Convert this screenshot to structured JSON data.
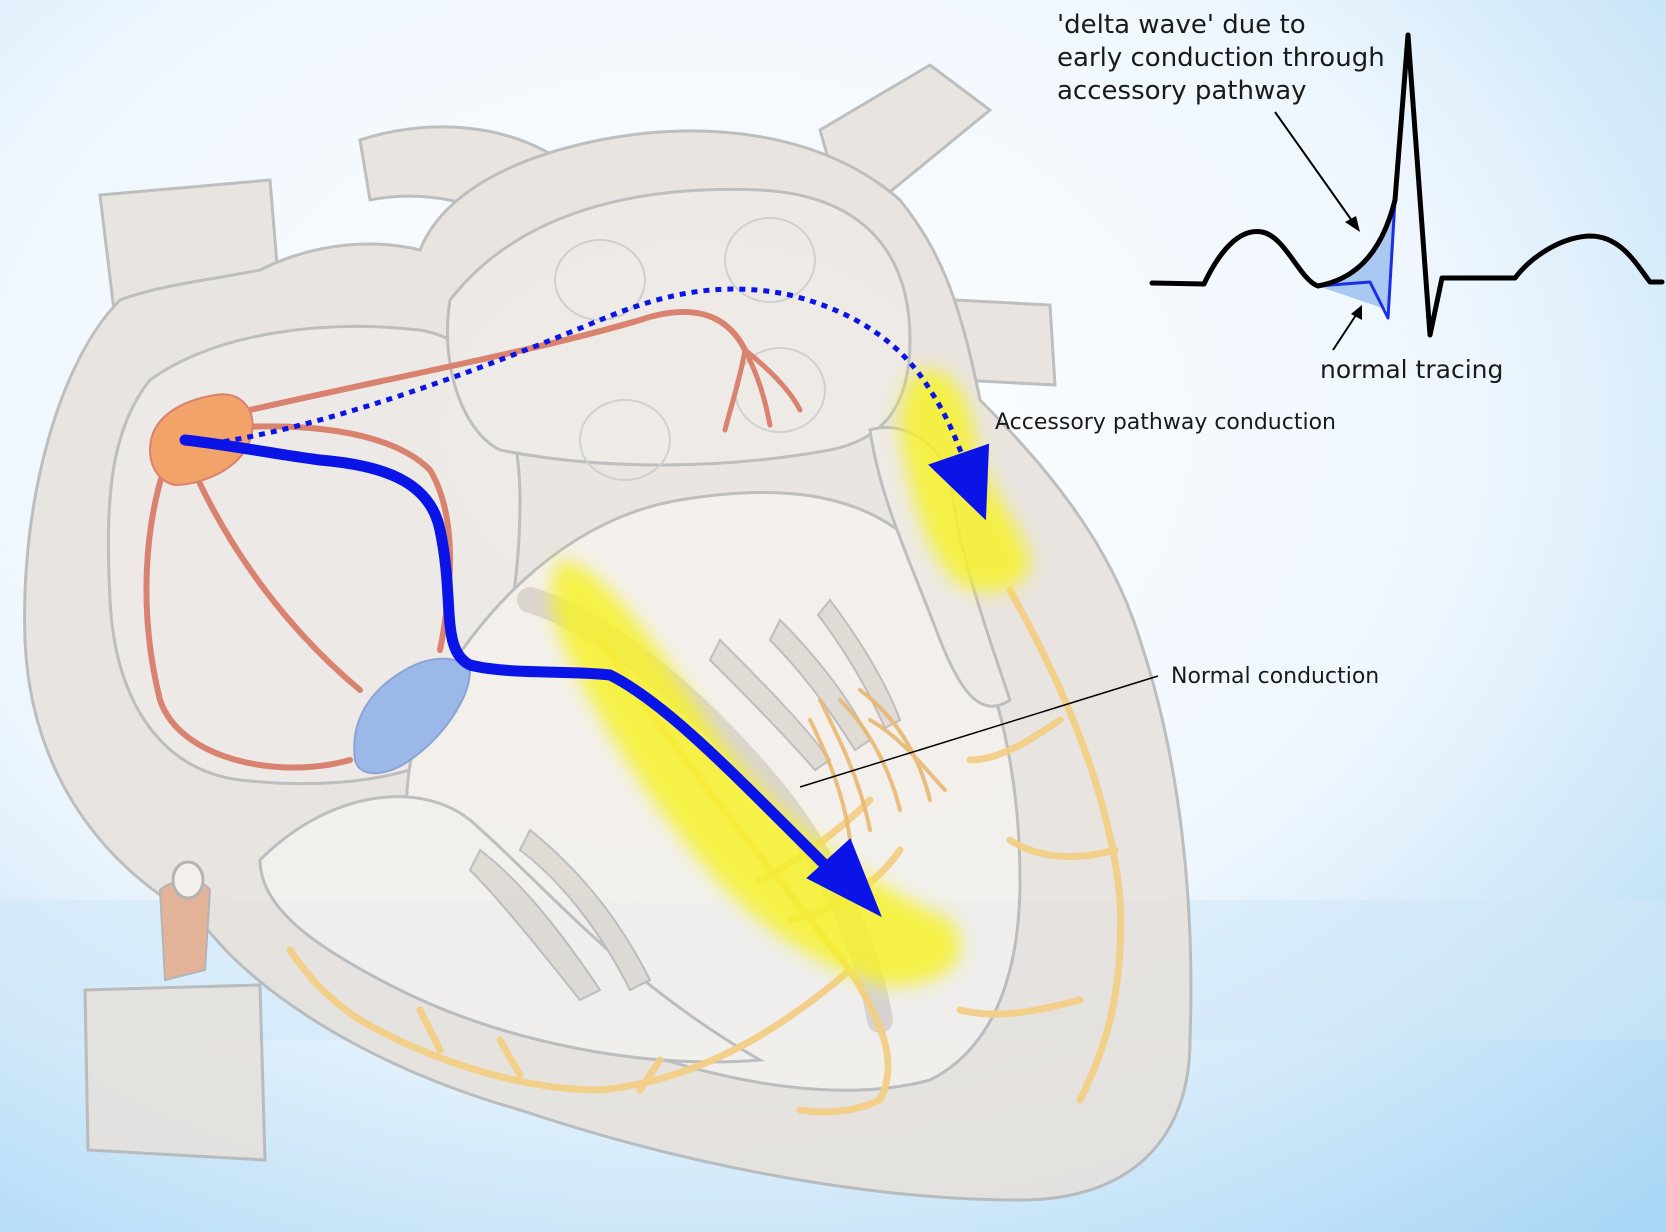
{
  "labels": {
    "delta_wave_line1": "'delta wave' due to",
    "delta_wave_line2": "early conduction through",
    "delta_wave_line3": "accessory pathway",
    "normal_tracing": "normal tracing",
    "accessory_pathway": "Accessory pathway conduction",
    "normal_conduction": "Normal conduction"
  },
  "colors": {
    "background_top": "#ffffff",
    "background_edge": "#a9d6f5",
    "heart_wall": "#e7e1db",
    "heart_outline": "#b4b4b4",
    "heart_interior": "#f3efea",
    "conduction_path": "#d9826f",
    "purkinje_fibers": "#f3cf86",
    "sa_node": "#f2a36a",
    "av_node": "#9bb8e8",
    "arrow_blue": "#0a14e6",
    "highlight_yellow": "#f6f12c",
    "ecg_trace": "#000000",
    "delta_fill": "#a9c8f2"
  },
  "icons": {
    "normal_path_arrow": "solid-arrow",
    "accessory_path_arrow": "dotted-arrow"
  }
}
